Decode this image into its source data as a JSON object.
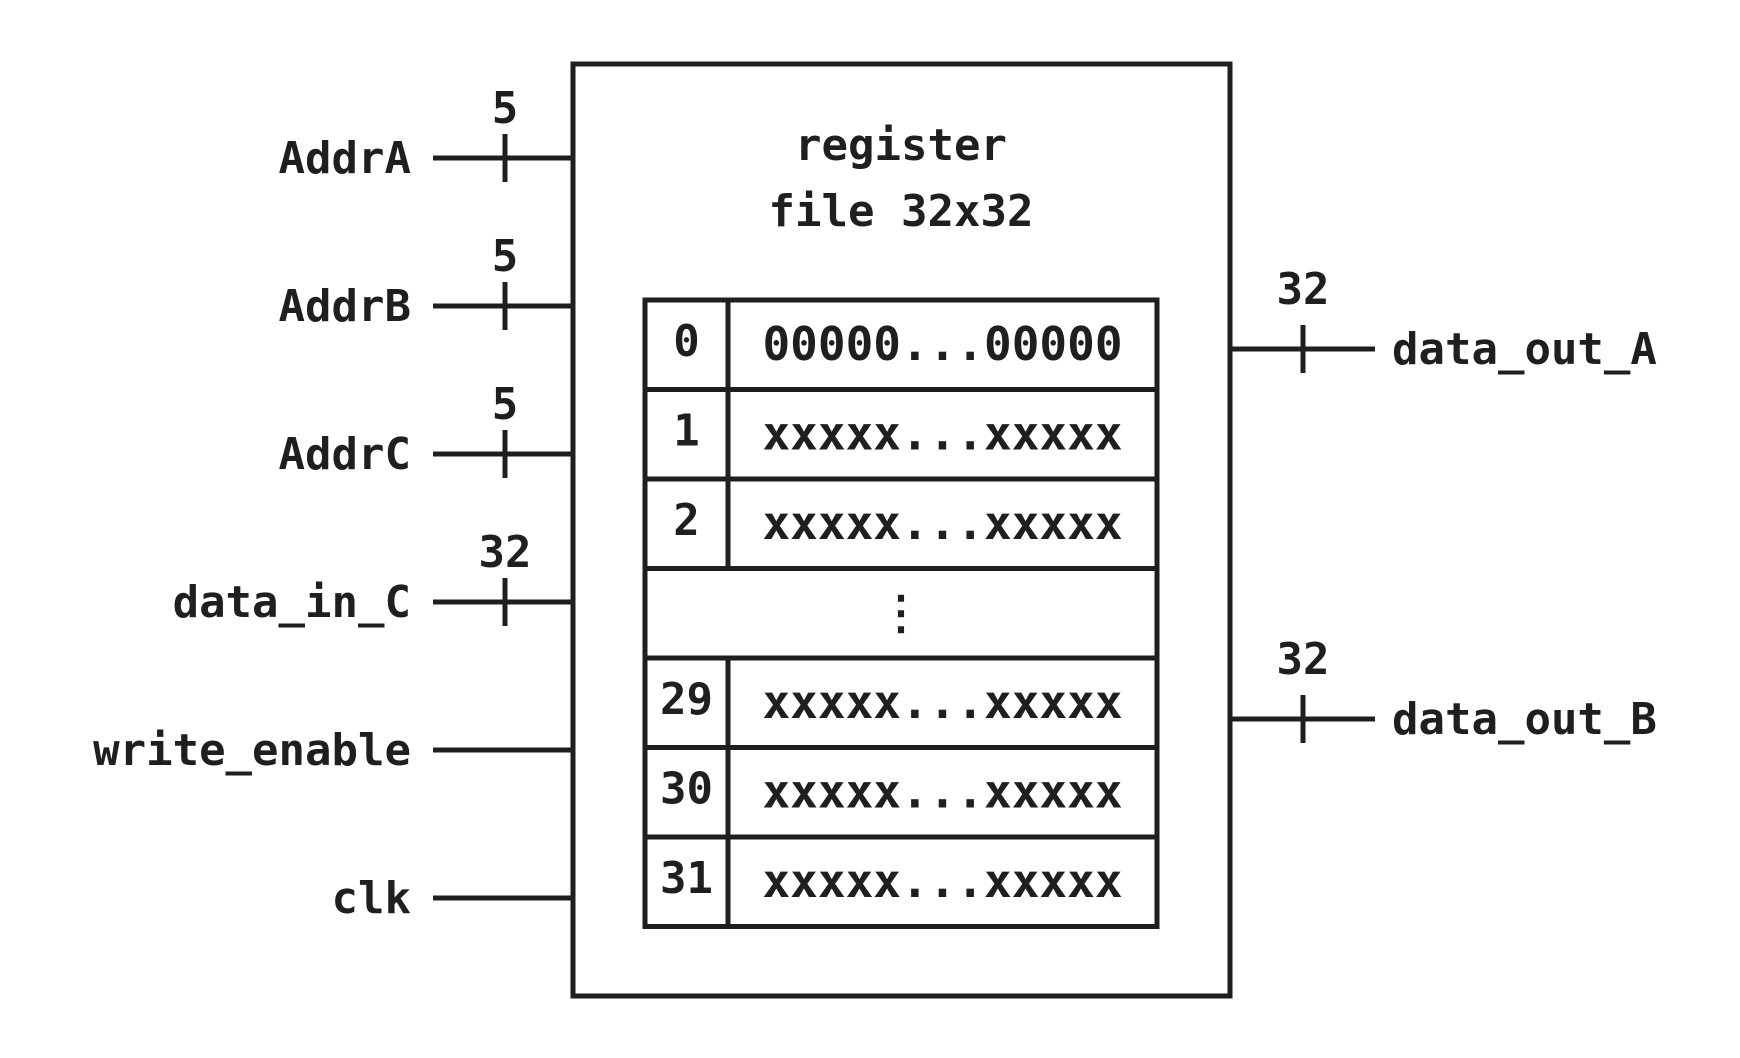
{
  "diagram": {
    "title_line1": "register",
    "title_line2": "file 32x32",
    "colors": {
      "stroke": "#1f1f1f",
      "background": "#ffffff"
    },
    "inputs": [
      {
        "id": "addr-a",
        "name": "AddrA",
        "width": "5"
      },
      {
        "id": "addr-b",
        "name": "AddrB",
        "width": "5"
      },
      {
        "id": "addr-c",
        "name": "AddrC",
        "width": "5"
      },
      {
        "id": "data-in-c",
        "name": "data_in_C",
        "width": "32"
      },
      {
        "id": "write-enable",
        "name": "write_enable",
        "width": ""
      },
      {
        "id": "clk",
        "name": "clk",
        "width": ""
      }
    ],
    "outputs": [
      {
        "id": "data-out-a",
        "name": "data_out_A",
        "width": "32"
      },
      {
        "id": "data-out-b",
        "name": "data_out_B",
        "width": "32"
      }
    ],
    "registers": [
      {
        "index": "0",
        "value": "00000...00000"
      },
      {
        "index": "1",
        "value": "xxxxx...xxxxx"
      },
      {
        "index": "2",
        "value": "xxxxx...xxxxx"
      },
      {
        "index": "",
        "value": "⋮",
        "ellipsis": true
      },
      {
        "index": "29",
        "value": "xxxxx...xxxxx"
      },
      {
        "index": "30",
        "value": "xxxxx...xxxxx"
      },
      {
        "index": "31",
        "value": "xxxxx...xxxxx"
      }
    ]
  }
}
